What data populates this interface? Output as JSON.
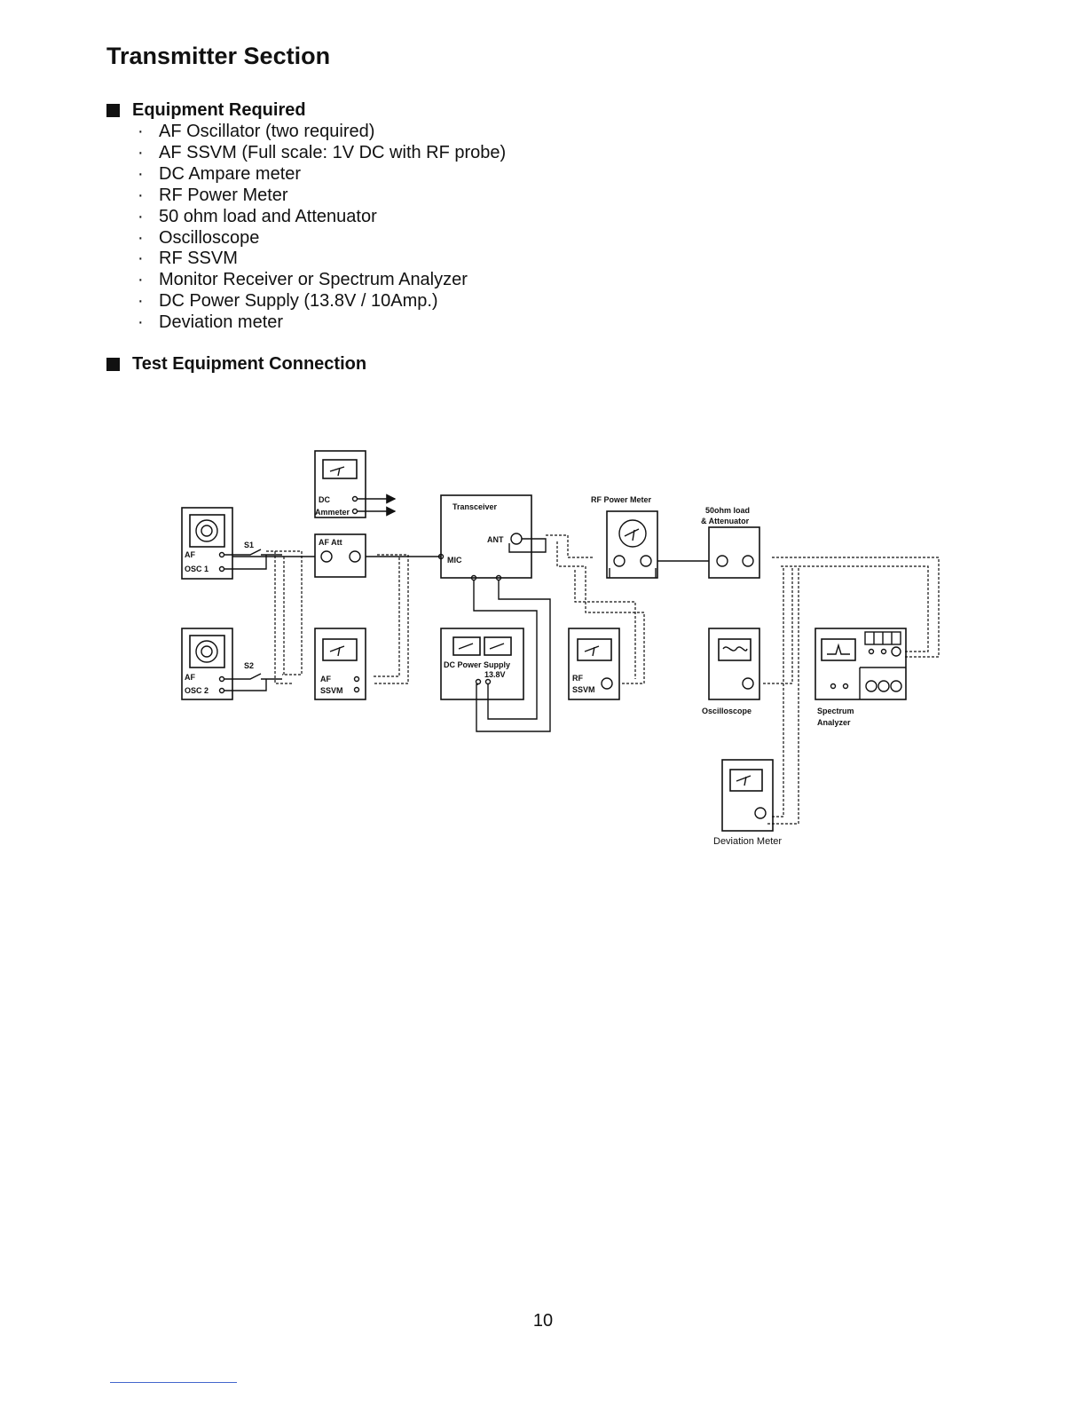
{
  "page": {
    "title": "Transmitter Section",
    "equipment_heading": "Equipment Required",
    "equipment": [
      "AF Oscillator (two required)",
      "AF SSVM (Full scale: 1V DC with RF probe)",
      "DC Ampare meter",
      "RF Power Meter",
      "50 ohm load and Attenuator",
      "Oscilloscope",
      "RF SSVM",
      "Monitor Receiver or Spectrum Analyzer",
      "DC Power Supply (13.8V / 10Amp.)",
      "Deviation meter"
    ],
    "connection_heading": "Test Equipment Connection",
    "page_number": "10",
    "bullet": "·"
  },
  "diagram": {
    "af_osc1": [
      "AF",
      "OSC 1"
    ],
    "af_osc2": [
      "AF",
      "OSC 2"
    ],
    "s1": "S1",
    "s2": "S2",
    "dc_ammeter": [
      "DC",
      "Ammeter"
    ],
    "af_att": "AF Att",
    "af_ssvm": [
      "AF",
      "SSVM"
    ],
    "transceiver": "Transceiver",
    "ant": "ANT",
    "mic": "MIC",
    "dc_power_supply": "DC Power Supply",
    "voltage": "13.8V",
    "rf_power_meter": "RF Power Meter",
    "load_attenuator": [
      "50ohm load",
      "& Attenuator"
    ],
    "rf_ssvm": [
      "RF",
      "SSVM"
    ],
    "oscilloscope": "Oscilloscope",
    "spectrum_analyzer": [
      "Spectrum",
      "Analyzer"
    ],
    "deviation_meter": "Deviation Meter"
  }
}
